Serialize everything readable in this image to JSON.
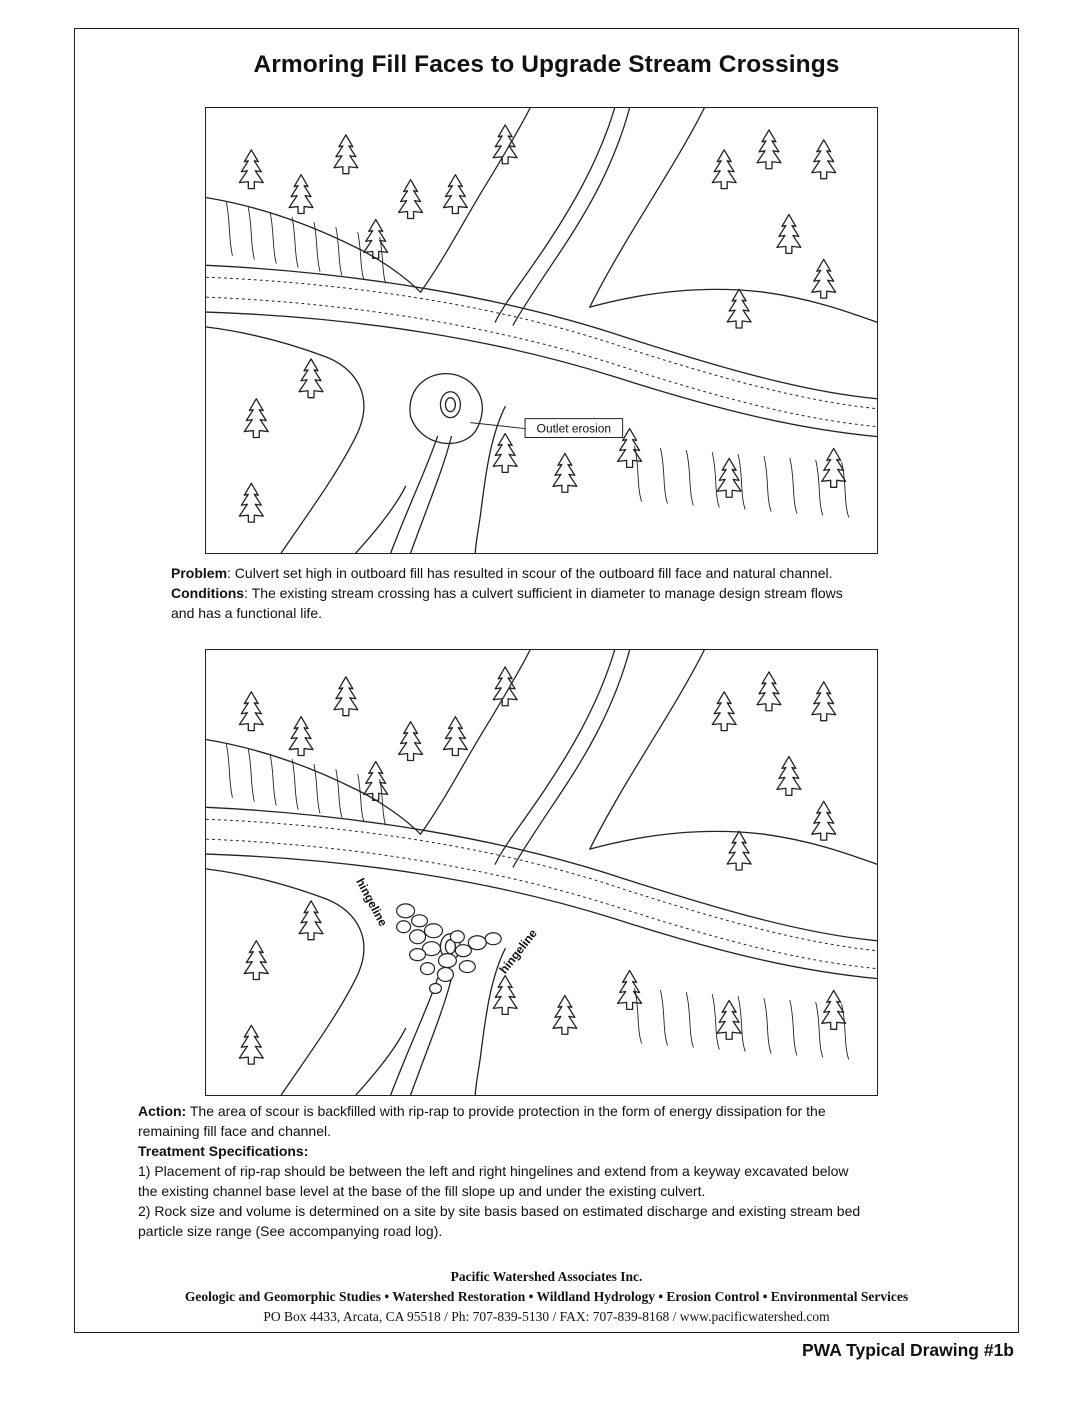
{
  "title": "Armoring Fill Faces to Upgrade Stream Crossings",
  "figure1": {
    "callout": "Outlet erosion"
  },
  "figure2": {
    "hinge_left": "hingeline",
    "hinge_right": "hingeline"
  },
  "problem": {
    "label": "Problem",
    "text": ": Culvert set high in outboard fill has resulted in scour of the outboard fill face and natural channel."
  },
  "conditions": {
    "label": "Conditions",
    "text": ":  The existing stream crossing has a culvert sufficient in diameter to manage design stream flows",
    "text2": "and has a functional life."
  },
  "action": {
    "label": "Action:",
    "text": " The area of scour is backfilled with rip-rap to provide protection in the form of energy dissipation for the",
    "text2": "remaining fill face and channel."
  },
  "treatment": {
    "heading": "Treatment Specifications:",
    "lines": [
      "1) Placement of rip-rap should be between the left and right hingelines and extend from a keyway excavated below",
      "the existing channel base level at the base of the fill slope up and under the existing culvert.",
      "2) Rock size and volume is determined on a site by site basis based on estimated discharge and existing stream bed",
      "particle size range (See accompanying road log)."
    ]
  },
  "footer": {
    "company": "Pacific Watershed Associates Inc.",
    "services": "Geologic and Geomorphic Studies • Watershed Restoration • Wildland Hydrology • Erosion Control • Environmental Services",
    "contact": "PO Box 4433, Arcata, CA  95518 / Ph: 707-839-5130 / FAX: 707-839-8168 / www.pacificwatershed.com"
  },
  "drawing_id": "PWA Typical Drawing #1b"
}
